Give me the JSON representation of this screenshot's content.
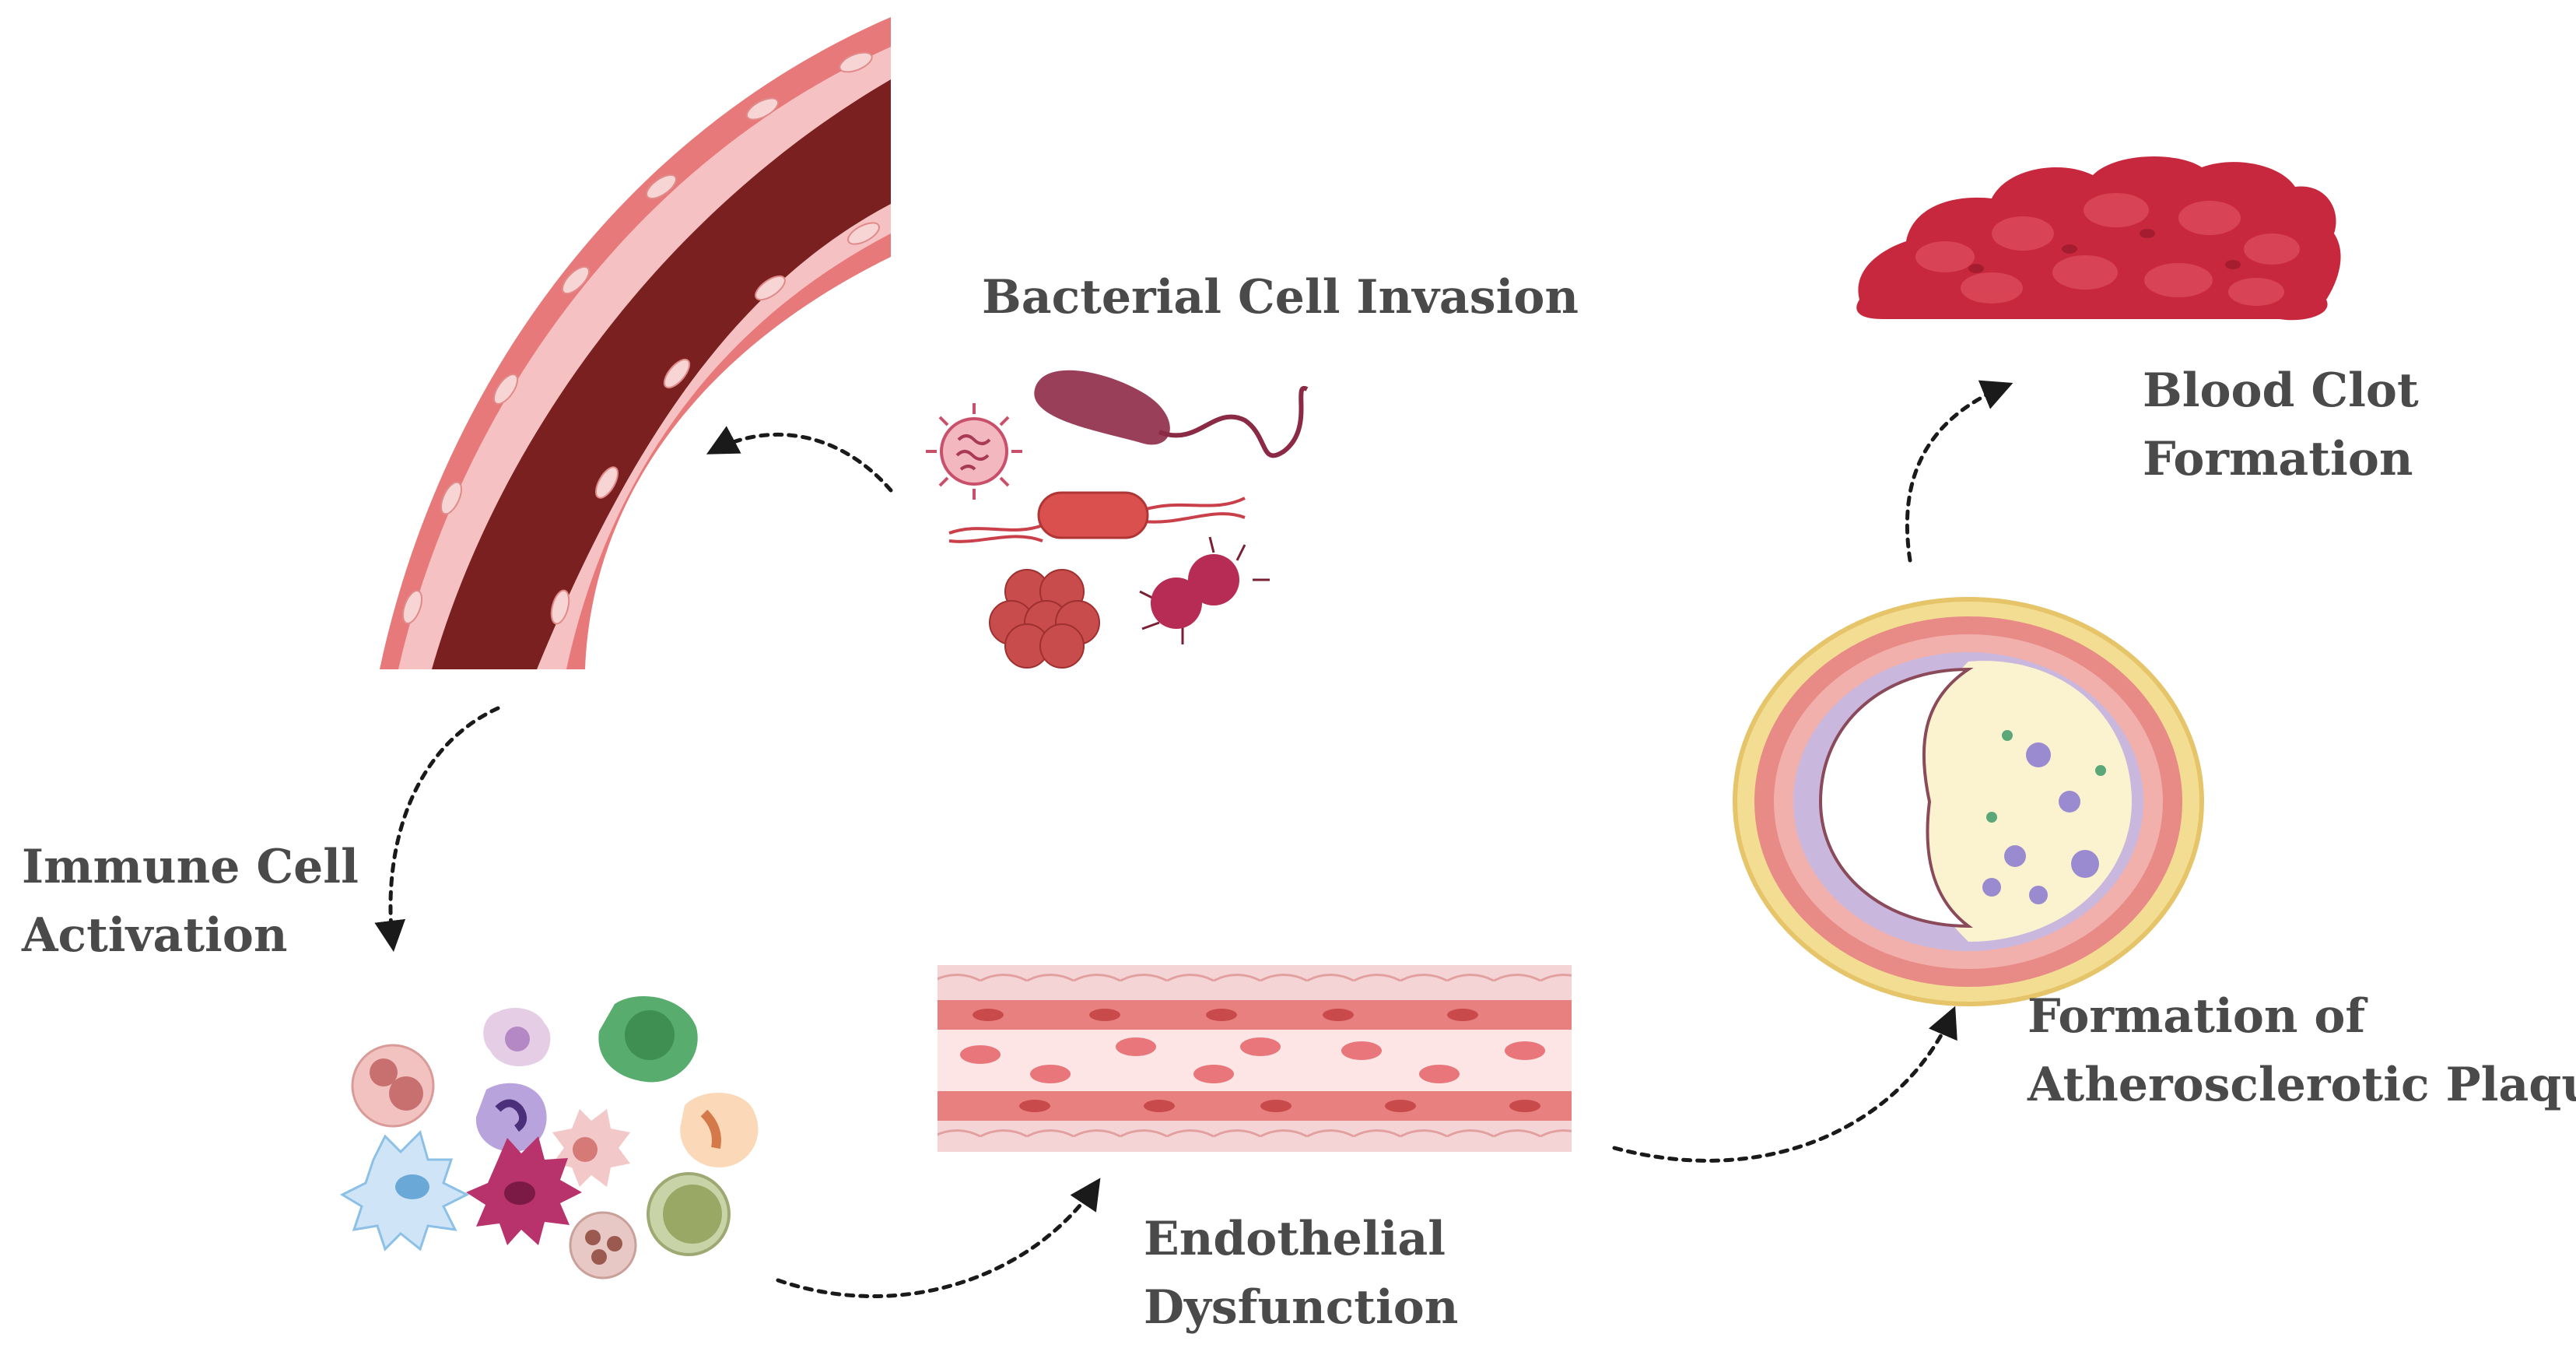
{
  "labels": {
    "bacterial_cell_invasion": "Bacterial Cell Invasion",
    "blood_clot_line1": "Blood Clot",
    "blood_clot_line2": "Formation",
    "immune_line1": "Immune Cell",
    "immune_line2": "Activation",
    "plaque_line1": "Formation of",
    "plaque_line2": "Atherosclerotic Plaque",
    "endo_line1": "Endothelial",
    "endo_line2": "Dysfunction"
  },
  "colors": {
    "vessel_lumen": "#7a2020",
    "vessel_wall": "#f2b8b8",
    "vessel_edge": "#e07a7a",
    "clot": "#c8283d",
    "plaque_outer": "#f3dd92",
    "plaque_core": "#fbf3cf",
    "text": "#4a4a4a"
  }
}
